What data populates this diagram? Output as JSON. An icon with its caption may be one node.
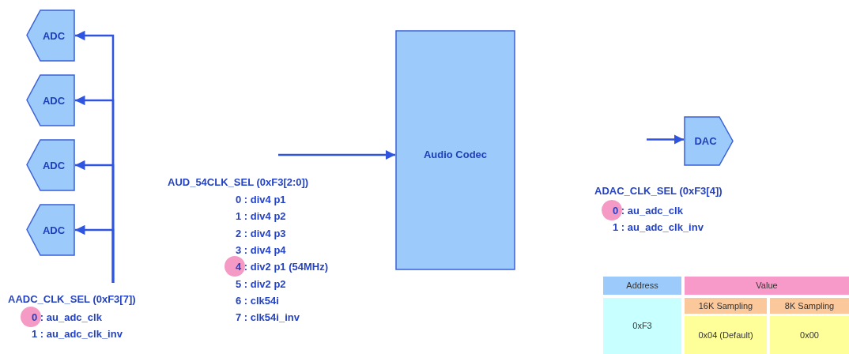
{
  "diagram": {
    "nodes": [
      {
        "text": [
          "ADC"
        ]
      },
      {
        "text": [
          "ADC"
        ]
      },
      {
        "text": [
          "ADC"
        ]
      },
      {
        "text": [
          "ADC"
        ]
      },
      {
        "text": [
          "Audio Codec"
        ]
      },
      {
        "text": [
          "DAC"
        ]
      }
    ],
    "edges": [
      {
        "from": null,
        "to": 0,
        "arrow": "to"
      },
      {
        "from": null,
        "to": 1,
        "arrow": "to"
      },
      {
        "from": null,
        "to": 2,
        "arrow": "to"
      },
      {
        "from": null,
        "to": 3,
        "arrow": "to"
      },
      {
        "from": null,
        "to": 4,
        "arrow": "to"
      },
      {
        "from": null,
        "to": 5,
        "arrow": "to"
      }
    ],
    "labels": [
      "AUD_54CLK_SEL (0xF3[2:0])",
      "0 : div4 p1",
      "1 : div4 p2",
      "2 : div4 p3",
      "3 : div4 p4",
      "4 : div2 p1 (54MHz)",
      "5 : div2 p2",
      "6 : clk54i",
      "7 : clk54i_inv",
      "ADAC_CLK_SEL (0xF3[4])",
      "0 : au_adc_clk",
      "1 : au_adc_clk_inv",
      "AADC_CLK_SEL (0xF3[7])",
      "0 : au_adc_clk",
      "1 : au_adc_clk_inv",
      "Address",
      "Value",
      "0xF3",
      "16K Sampling",
      "8K Sampling",
      "0x04 (Default)",
      "0x00"
    ]
  }
}
